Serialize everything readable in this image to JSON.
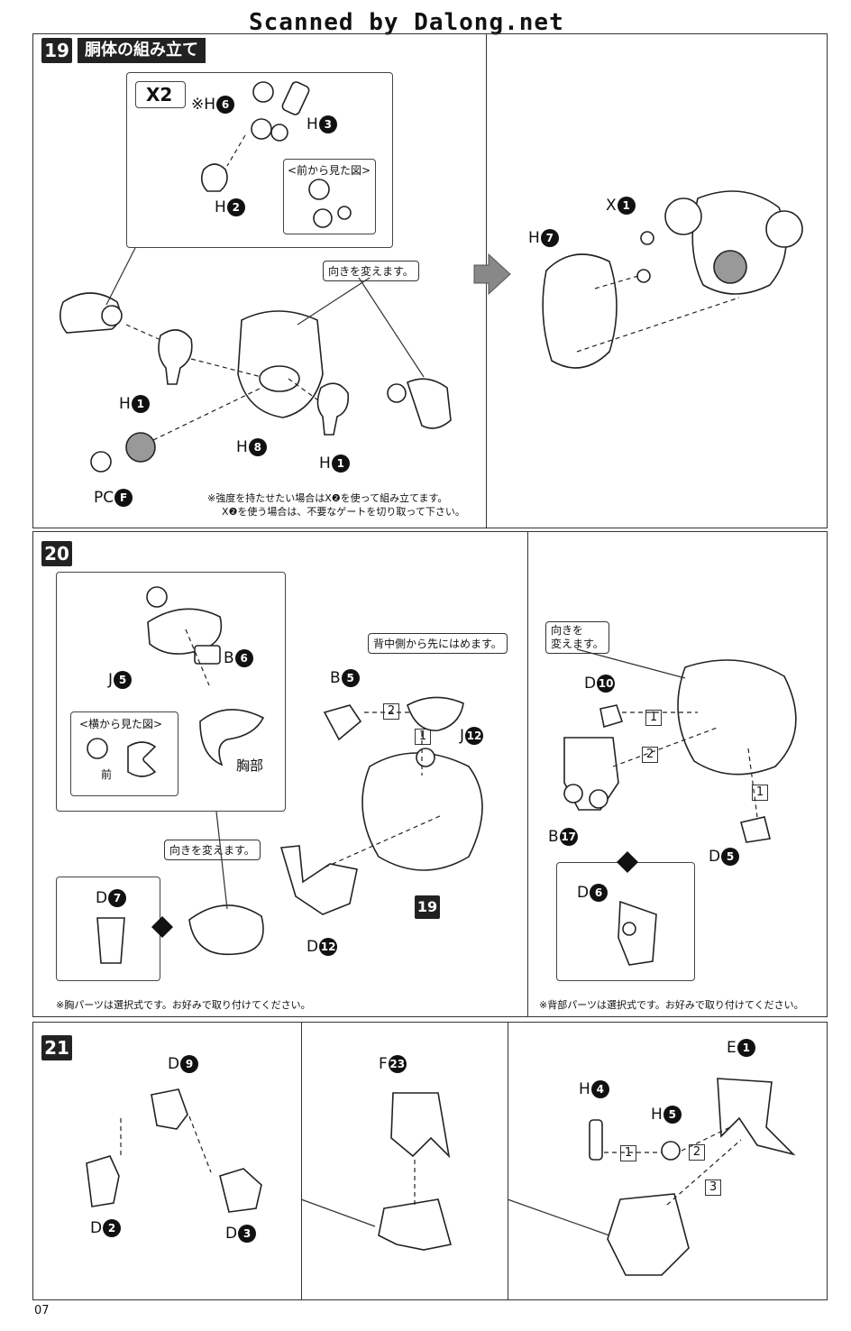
{
  "header": {
    "watermark": "Scanned by Dalong.net"
  },
  "page_number": "07",
  "step19": {
    "number": "19",
    "title": "胴体の組み立て",
    "multiplier": "X2",
    "front_view_label": "<前から見た図>",
    "turn_callout": "向きを変えます。",
    "parts": {
      "h6": "※H",
      "h6n": "6",
      "h3": "H",
      "h3n": "3",
      "h2": "H",
      "h2n": "2",
      "h1a": "H",
      "h1an": "1",
      "h8": "H",
      "h8n": "8",
      "h1b": "H",
      "h1bn": "1",
      "pcf": "PC",
      "pcfn": "F",
      "x1": "X",
      "x1n": "1",
      "h7": "H",
      "h7n": "7"
    },
    "note_line1": "※強度を持たせたい場合はX❷を使って組み立てます。",
    "note_line2": "X❷を使う場合は、不要なゲートを切り取って下さい。"
  },
  "step20": {
    "number": "20",
    "side_view_label": "<横から見た図>",
    "front_label": "前",
    "chest_label": "胸部",
    "turn_callout": "向きを変えます。",
    "back_callout": "背中側から先にはめます。",
    "turn_callout2_line1": "向きを",
    "turn_callout2_line2": "変えます。",
    "ref_step": "19",
    "parts": {
      "j5": "J",
      "j5n": "5",
      "b6": "B",
      "b6n": "6",
      "b5": "B",
      "b5n": "5",
      "j12": "J",
      "j12n": "12",
      "d7": "D",
      "d7n": "7",
      "d12": "D",
      "d12n": "12",
      "d10": "D",
      "d10n": "10",
      "b17": "B",
      "b17n": "17",
      "d5": "D",
      "d5n": "5",
      "d6": "D",
      "d6n": "6"
    },
    "steps": {
      "s1": "1",
      "s2": "2",
      "r1": "1",
      "r2": "2",
      "r3": "1"
    },
    "note_left": "※胸パーツは選択式です。お好みで取り付けてください。",
    "note_right": "※背部パーツは選択式です。お好みで取り付けてください。"
  },
  "step21": {
    "number": "21",
    "parts": {
      "d9": "D",
      "d9n": "9",
      "d2": "D",
      "d2n": "2",
      "d3": "D",
      "d3n": "3",
      "f23": "F",
      "f23n": "23",
      "e1": "E",
      "e1n": "1",
      "h4": "H",
      "h4n": "4",
      "h5": "H",
      "h5n": "5"
    },
    "steps": {
      "s1": "1",
      "s2": "2",
      "s3": "3"
    }
  }
}
